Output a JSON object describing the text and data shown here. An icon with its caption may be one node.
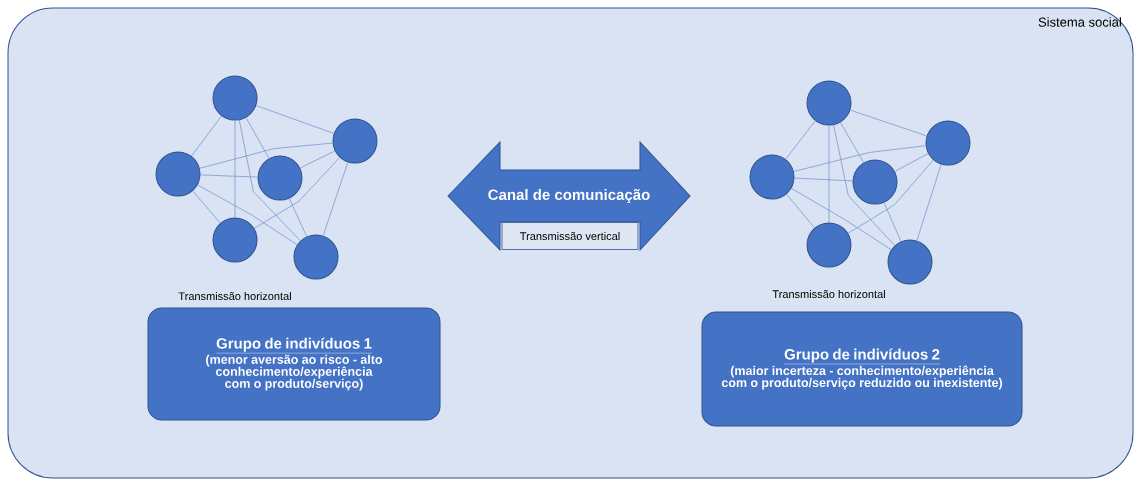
{
  "diagram": {
    "nodes": [
      {
        "text": [
          "Sistema social"
        ]
      },
      {
        "text": [],
        "shape": "circle",
        "in": 0
      },
      {
        "text": [],
        "shape": "circle",
        "in": 0
      },
      {
        "text": [],
        "shape": "circle",
        "in": 0
      },
      {
        "text": [],
        "shape": "circle",
        "in": 0
      },
      {
        "text": [],
        "shape": "circle",
        "in": 0
      },
      {
        "text": [],
        "shape": "circle",
        "in": 0
      },
      {
        "text": [
          "Canal de comunicação"
        ],
        "in": 0
      },
      {
        "text": [
          "Transmissão vertical"
        ],
        "in": 7
      },
      {
        "text": [],
        "shape": "circle",
        "in": 0
      },
      {
        "text": [],
        "shape": "circle",
        "in": 0
      },
      {
        "text": [],
        "shape": "circle",
        "in": 0
      },
      {
        "text": [],
        "shape": "circle",
        "in": 0
      },
      {
        "text": [],
        "shape": "circle",
        "in": 0
      },
      {
        "text": [],
        "shape": "circle",
        "in": 0
      },
      {
        "text": [
          "Grupo de indivíduos 1",
          "(menor aversão ao risco - alto conhecimento/experiência com o produto/serviço)"
        ],
        "in": 0
      },
      {
        "text": [
          "Grupo de indivíduos 2",
          "(maior incerteza - conhecimento/experiência com o produto/serviço reduzido ou inexistente)"
        ],
        "in": 0
      }
    ],
    "edges": [
      {
        "from": 1,
        "to": 3,
        "arrow": "none"
      },
      {
        "from": 1,
        "to": 2,
        "arrow": "none"
      },
      {
        "from": 1,
        "to": 5,
        "arrow": "none"
      },
      {
        "from": 1,
        "to": 4,
        "arrow": "none"
      },
      {
        "from": 1,
        "to": 6,
        "arrow": "none"
      },
      {
        "from": 3,
        "to": 2,
        "arrow": "none"
      },
      {
        "from": 4,
        "to": 2,
        "arrow": "none"
      },
      {
        "from": 5,
        "to": 2,
        "arrow": "none"
      },
      {
        "from": 2,
        "to": 6,
        "arrow": "none"
      },
      {
        "from": 3,
        "to": 4,
        "arrow": "none"
      },
      {
        "from": 3,
        "to": 5,
        "arrow": "none"
      },
      {
        "from": 3,
        "to": 6,
        "arrow": "none"
      },
      {
        "from": 4,
        "to": 6,
        "arrow": "none"
      },
      {
        "from": 9,
        "to": 11,
        "arrow": "none"
      },
      {
        "from": 9,
        "to": 10,
        "arrow": "none"
      },
      {
        "from": 9,
        "to": 13,
        "arrow": "none"
      },
      {
        "from": 9,
        "to": 12,
        "arrow": "none"
      },
      {
        "from": 9,
        "to": 14,
        "arrow": "none"
      },
      {
        "from": 11,
        "to": 10,
        "arrow": "none"
      },
      {
        "from": 12,
        "to": 10,
        "arrow": "none"
      },
      {
        "from": 13,
        "to": 10,
        "arrow": "none"
      },
      {
        "from": 10,
        "to": 14,
        "arrow": "none"
      },
      {
        "from": 11,
        "to": 12,
        "arrow": "none"
      },
      {
        "from": 11,
        "to": 13,
        "arrow": "none"
      },
      {
        "from": 11,
        "to": 14,
        "arrow": "none"
      },
      {
        "from": 12,
        "to": 14,
        "arrow": "none"
      }
    ],
    "labels": [
      "Transmissão horizontal",
      "Transmissão horizontal"
    ]
  }
}
